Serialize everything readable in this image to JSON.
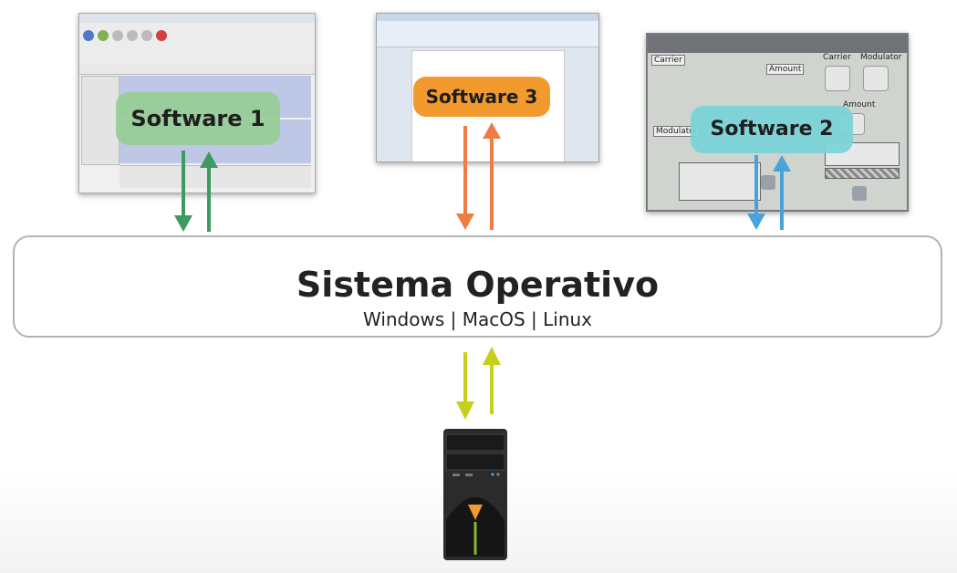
{
  "software": [
    {
      "label": "Software 1"
    },
    {
      "label": "Software 3"
    },
    {
      "label": "Software 2"
    }
  ],
  "os": {
    "title": "Sistema Operativo",
    "subtitle": "Windows | MacOS | Linux"
  },
  "screenshot2": {
    "carrier": "Carrier",
    "amount": "Amount",
    "modulator": "Modulator",
    "carrier_big": "Carrier",
    "modulator_big": "Modulator",
    "amount_big": "Amount"
  },
  "colors": {
    "green": "#3f9a62",
    "orange": "#f07b45",
    "blue": "#4aa3d8",
    "yellow": "#c8cf1a"
  }
}
